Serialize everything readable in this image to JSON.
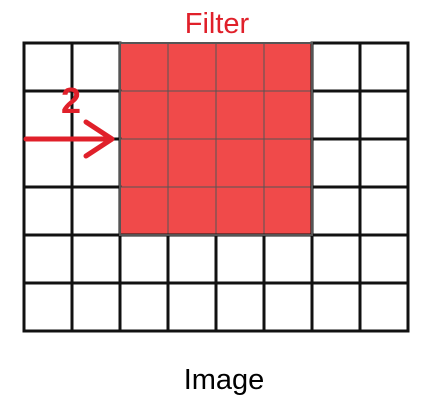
{
  "labels": {
    "filter": "Filter",
    "stride": "2",
    "image": "Image"
  },
  "grid": {
    "rows": 6,
    "cols": 8,
    "filter_rows": 4,
    "filter_cols": 4,
    "filter_row_start": 0,
    "filter_col_start": 2,
    "arrow_row_boundary": 2
  },
  "colors": {
    "filter_fill": "#f04a4a",
    "filter_border": "#555555",
    "accent_red": "#e0202a",
    "grid_line": "#111111",
    "cell_fill": "#ffffff"
  }
}
